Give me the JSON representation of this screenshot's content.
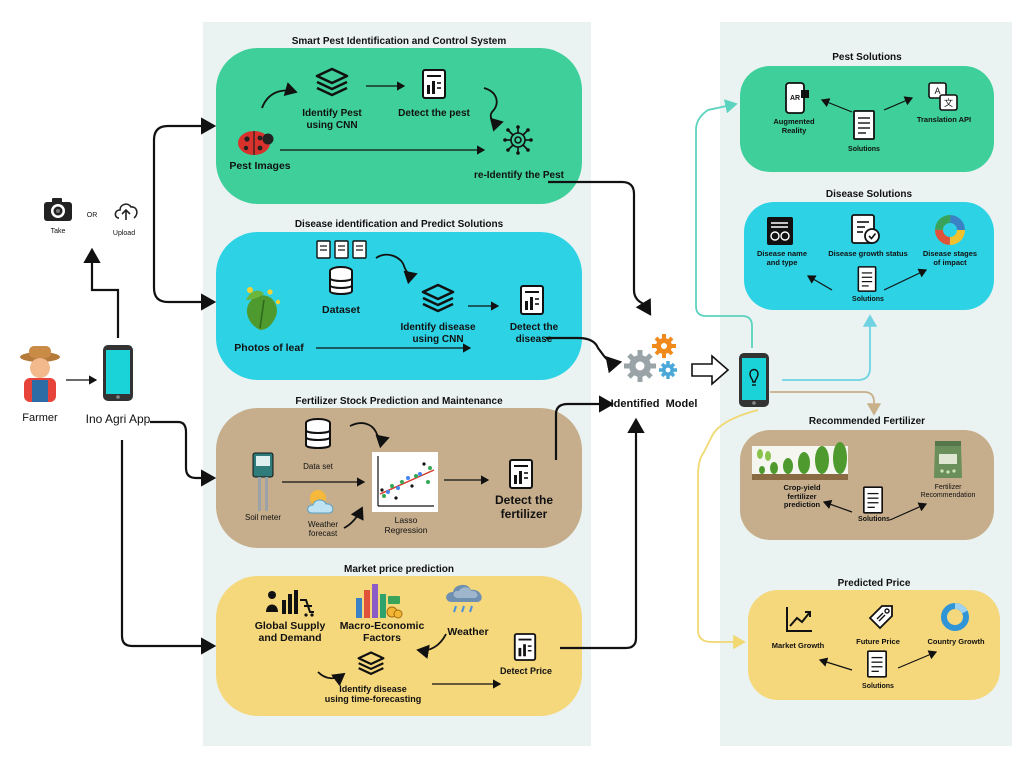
{
  "colors": {
    "panel_bg": "#eaf3f2",
    "pest_green": "#3ecf9b",
    "disease_cyan": "#2dd3e5",
    "fertilizer_tan": "#c6ae8c",
    "market_yellow": "#f5d77c",
    "arrow_teal": "#5bd3bf",
    "arrow_cyan": "#6fd3e2",
    "arrow_tan": "#c8b08a",
    "arrow_yellow": "#f2d870",
    "gear_orange": "#f08a1c",
    "gear_grey": "#9aa3a8",
    "phone_screen": "#19d3d8"
  },
  "left": {
    "take": "Take",
    "or": "OR",
    "upload": "Upload",
    "farmer": "Farmer",
    "app": "Ino Agri App"
  },
  "pest": {
    "title": "Smart Pest Identification and Control System",
    "identify": "Identify Pest\nusing CNN",
    "detect": "Detect the pest",
    "images": "Pest Images",
    "reidentify": "re-Identify the Pest"
  },
  "disease": {
    "title": "Disease identification and Predict Solutions",
    "dataset": "Dataset",
    "identify": "Identify disease\nusing CNN",
    "detect": "Detect the\ndisease",
    "photos": "Photos of leaf"
  },
  "fertilizer": {
    "title": "Fertilizer Stock Prediction and Maintenance",
    "dataset": "Data set",
    "soil": "Soil meter",
    "weather": "Weather\nforecast",
    "lasso": "Lasso\nRegression",
    "detect": "Detect the\nfertilizer"
  },
  "market": {
    "title": "Market price prediction",
    "supply": "Global Supply\nand Demand",
    "macro": "Macro-Economic\nFactors",
    "weather": "Weather",
    "detect": "Detect Price",
    "identify": "Identify disease\nusing time-forecasting"
  },
  "center": {
    "model": "Identified  Model"
  },
  "pest_solutions": {
    "title": "Pest Solutions",
    "ar": "Augmented\nReality",
    "translation": "Translation API",
    "solutions": "Solutions"
  },
  "disease_solutions": {
    "title": "Disease Solutions",
    "name": "Disease name\nand type",
    "growth": "Disease growth status",
    "stages": "Disease stages\nof impact",
    "solutions": "Solutions"
  },
  "recommended": {
    "title": "Recommended Fertilizer",
    "crop": "Crop-yield\nfertilizer\nprediction",
    "rec": "Fertilizer\nRecommendation",
    "solutions": "Solutions"
  },
  "predicted": {
    "title": "Predicted Price",
    "market": "Market Growth",
    "future": "Future Price",
    "country": "Country Growth",
    "solutions": "Solutions"
  }
}
